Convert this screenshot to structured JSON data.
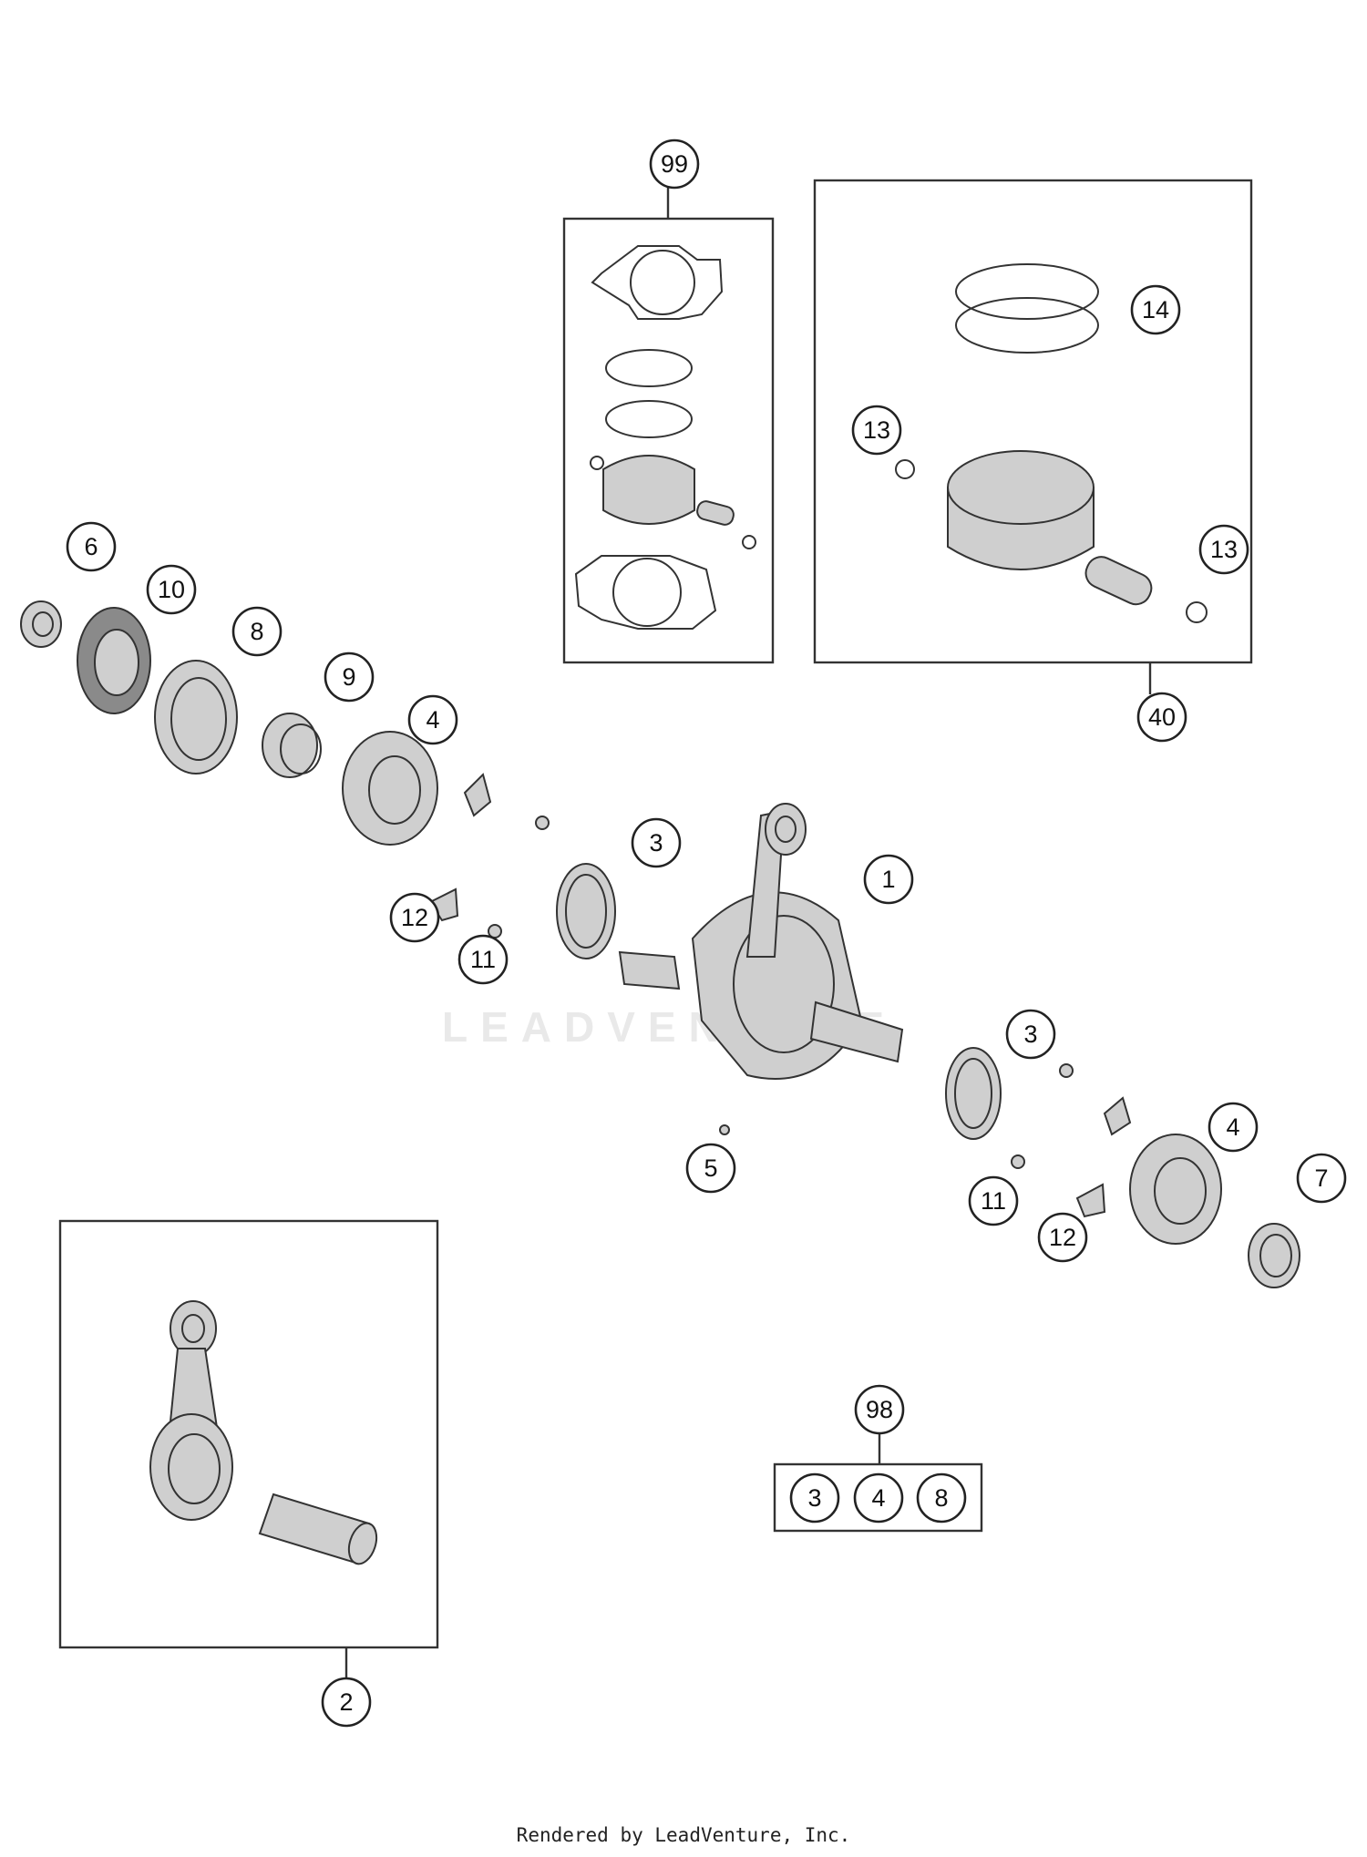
{
  "watermark": "LEADVENTURE",
  "footer": "Rendered by LeadVenture, Inc.",
  "callouts": {
    "c99": "99",
    "c40": "40",
    "c14": "14",
    "c13a": "13",
    "c13b": "13",
    "c6": "6",
    "c10": "10",
    "c8": "8",
    "c9": "9",
    "c4a": "4",
    "c3a": "3",
    "c1": "1",
    "c12a": "12",
    "c11a": "11",
    "c3b": "3",
    "c4b": "4",
    "c7": "7",
    "c5": "5",
    "c11b": "11",
    "c12b": "12",
    "c2": "2",
    "c98": "98",
    "k3": "3",
    "k4": "4",
    "k8": "8"
  }
}
